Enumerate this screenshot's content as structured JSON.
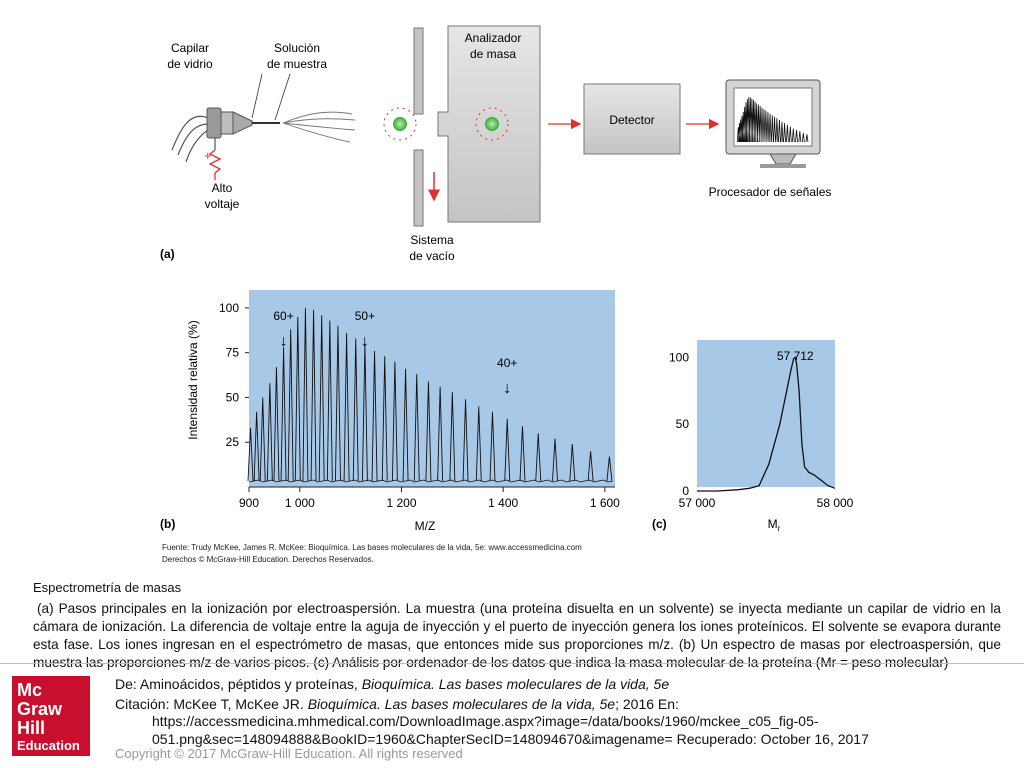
{
  "panel_a": {
    "label": "(a)",
    "capillary": [
      "Capilar",
      "de vidrio"
    ],
    "solution": [
      "Solución",
      "de muestra"
    ],
    "voltage": [
      "Alto",
      "voltaje"
    ],
    "vacuum": [
      "Sistema",
      "de vacío"
    ],
    "analyzer": [
      "Analizador",
      "de masa"
    ],
    "detector": "Detector",
    "processor": "Procesador de señales",
    "plus": "+",
    "charge_signs": "+ + + + + + + + + +"
  },
  "panel_b": {
    "label": "(b)",
    "ylabel": "Intensidad relativa (%)",
    "xlabel": "M/Z",
    "peak_labels": [
      "60+",
      "50+",
      "40+"
    ],
    "arrow_glyph": "↓",
    "yticks": [
      "100",
      "75",
      "50",
      "25"
    ],
    "xticks": [
      "900",
      "1 000",
      "1 200",
      "1 400",
      "1 600"
    ]
  },
  "panel_c": {
    "label": "(c)",
    "xlabel": "Mr",
    "peak": "57 712",
    "yticks": [
      "100",
      "50",
      "0"
    ],
    "xticks": [
      "57 000",
      "58 000"
    ]
  },
  "source": [
    "Fuente: Trudy McKee, James R. McKee: Bioquímica. Las bases moleculares de la vida, 5e: www.accessmedicina.com",
    "Derechos © McGraw-Hill Education. Derechos Reservados."
  ],
  "caption": {
    "title": "Espectrometría de masas",
    "body": "(a) Pasos principales en la ionización por electroaspersión. La muestra (una proteína disuelta en un solvente) se inyecta mediante un capilar de vidrio en la cámara de ionización. La diferencia de voltaje entre la aguja de inyección y el puerto de inyección genera los iones proteínicos. El solvente se evapora durante esta fase. Los iones ingresan en el espectrómetro de masas, que entonces mide sus proporciones m/z. (b) Un espectro de masas por electroaspersión, que muestra las proporciones m/z de varios picos. (c) Análisis por ordenador de los datos que indica la masa molecular de la proteína (Mr = peso molecular)"
  },
  "reference": {
    "from_prefix": "De:",
    "from_rest": " Aminoácidos, péptidos y proteínas, ",
    "book": "Bioquímica. Las bases moleculares de la vida, 5e",
    "citation_prefix": "Citación: McKee T, McKee JR. ",
    "citation_book": "Bioquímica. Las bases moleculares de la vida, 5e",
    "citation_rest": "; 2016 En:",
    "url1": "https://accessmedicina.mhmedical.com/DownloadImage.aspx?image=/data/books/1960/mckee_c05_fig-05-",
    "url2": "051.png&sec=148094888&BookID=1960&ChapterSecID=148094670&imagename= Recuperado: October 16, 2017"
  },
  "copyright": "Copyright © 2017 McGraw-Hill Education. All rights reserved",
  "logo": [
    "Mc",
    "Graw",
    "Hill",
    "Education"
  ],
  "colors": {
    "plot_bg": "#a8c8e8",
    "arrow": "#e0302e",
    "ion": "#58b848",
    "logo_red": "#c8102e"
  },
  "chart_data": [
    {
      "type": "line",
      "panel": "(b)",
      "xlabel": "M/Z",
      "ylabel": "Intensidad relativa (%)",
      "xlim": [
        900,
        1620
      ],
      "ylim": [
        0,
        110
      ],
      "series": [
        {
          "x": [
            903,
            915,
            927,
            941,
            954,
            968,
            982,
            996,
            1011,
            1027,
            1043,
            1059,
            1075,
            1092,
            1110,
            1128,
            1147,
            1167,
            1187,
            1208,
            1230,
            1253,
            1276,
            1300,
            1326,
            1352,
            1379,
            1408,
            1438,
            1469,
            1502,
            1536,
            1572,
            1609
          ],
          "y": [
            33,
            42,
            50,
            58,
            67,
            78,
            88,
            95,
            100,
            99,
            96,
            93,
            90,
            86,
            83,
            80,
            76,
            73,
            70,
            66,
            63,
            59,
            56,
            53,
            49,
            45,
            42,
            38,
            34,
            30,
            27,
            24,
            20,
            17
          ]
        }
      ],
      "annotations": [
        {
          "text": "60+",
          "x": 968
        },
        {
          "text": "50+",
          "x": 1128
        },
        {
          "text": "40+",
          "x": 1408
        }
      ]
    },
    {
      "type": "line",
      "panel": "(c)",
      "xlabel": "Mr",
      "xlim": [
        57000,
        58000
      ],
      "ylim": [
        0,
        110
      ],
      "series": [
        {
          "x": [
            57000,
            57150,
            57300,
            57380,
            57450,
            57520,
            57600,
            57650,
            57680,
            57700,
            57712,
            57722,
            57740,
            57760,
            57780,
            57810,
            57850,
            57900,
            57950,
            58000
          ],
          "y": [
            0,
            0,
            1,
            2,
            4,
            20,
            50,
            75,
            90,
            99,
            100,
            95,
            75,
            35,
            18,
            14,
            12,
            8,
            4,
            2
          ]
        }
      ],
      "annotations": [
        {
          "text": "57 712",
          "x": 57712
        }
      ]
    }
  ]
}
